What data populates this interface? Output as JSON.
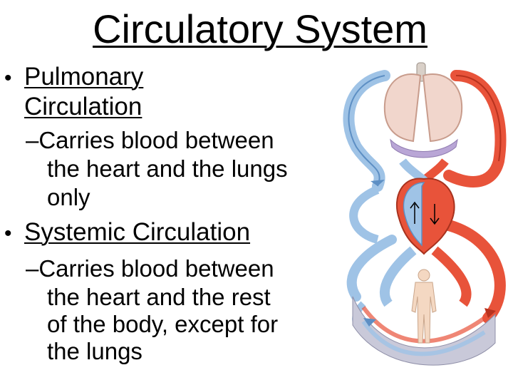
{
  "slide": {
    "title": "Circulatory System",
    "bullets": [
      {
        "heading_lines": [
          "Pulmonary",
          "Circulation"
        ],
        "sub_lines": [
          "–Carries blood between",
          "the heart and the lungs",
          "only"
        ]
      },
      {
        "heading_lines": [
          "Systemic Circulation"
        ],
        "sub_lines": [
          "–Carries blood between",
          "the heart and the rest",
          "of the body, except for",
          "the lungs"
        ]
      }
    ],
    "bullet_glyph": "•"
  },
  "diagram": {
    "colors": {
      "oxygenated": "#e8533a",
      "deoxygenated": "#9fc3e6",
      "lung": "#f1d6cc",
      "capillary_top": "#b9a6d6",
      "body": "#f4d8c2"
    },
    "icons": [
      "lungs-icon",
      "heart-icon",
      "human-body-icon"
    ]
  }
}
